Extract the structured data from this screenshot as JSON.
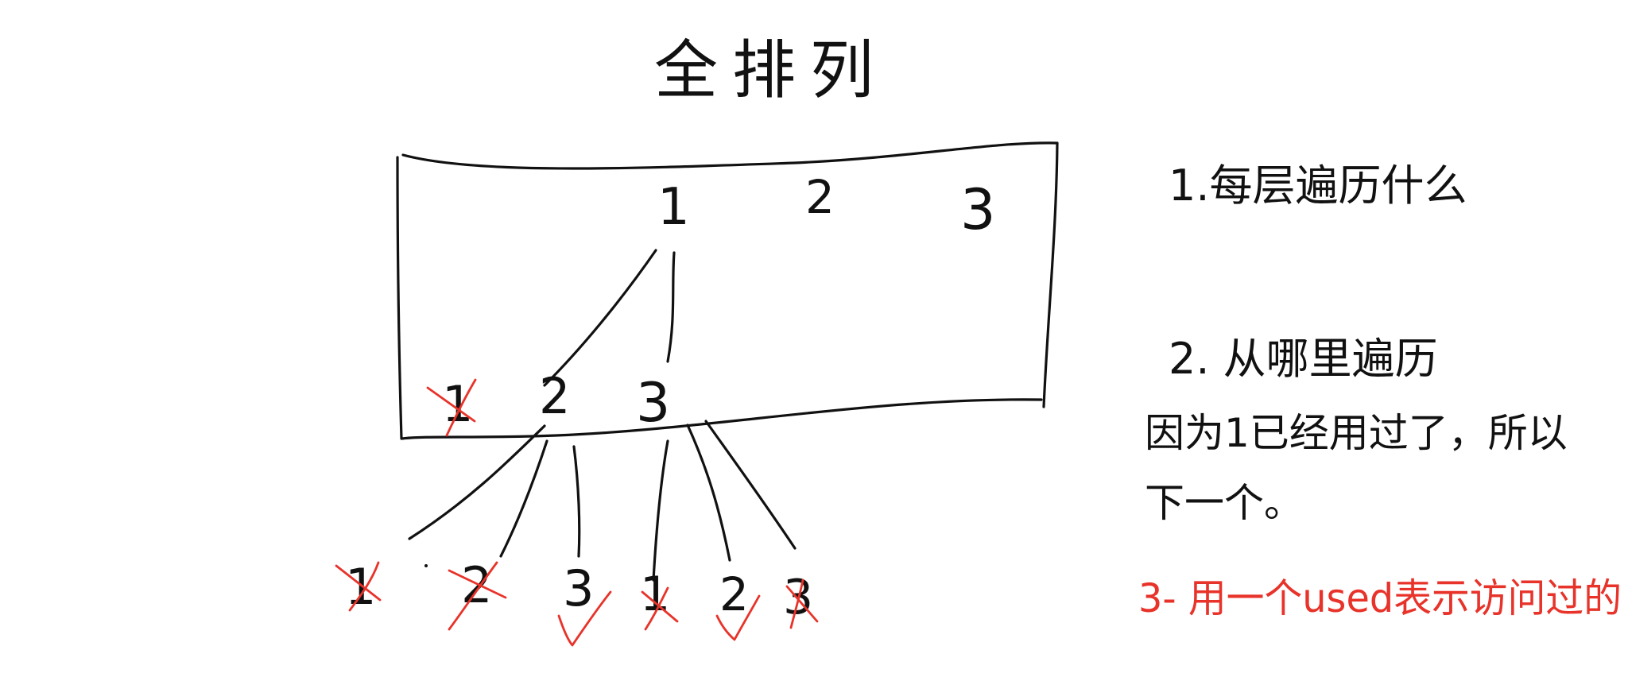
{
  "title": "全排列",
  "root_digits": [
    "1",
    "2",
    "3"
  ],
  "level2_digits": [
    "1",
    "2",
    "3"
  ],
  "level3_left_digits": [
    "1",
    "2",
    "3"
  ],
  "level3_right_digits": [
    "1",
    "2",
    "3"
  ],
  "notes": {
    "note1": "1.每层遍历什么",
    "note2_line1": "2. 从哪里遍历",
    "note2_line2": "因为1已经用过了，所以",
    "note2_line3": "下一个。",
    "note3": "3- 用一个used表示访问过的"
  },
  "colors": {
    "ink": "#111111",
    "accent": "#e8332a"
  }
}
